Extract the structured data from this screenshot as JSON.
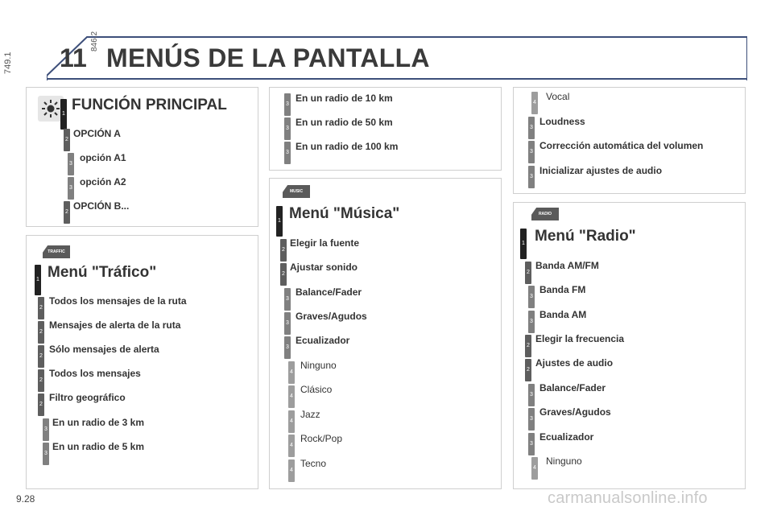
{
  "header": {
    "side_code": "749.1",
    "chapter": "11",
    "ref_code": "846.2",
    "title": "MENÚS DE LA PANTALLA"
  },
  "footer": {
    "page_number": "9.28",
    "watermark": "carmanualsonline.info"
  },
  "main_function": {
    "icon": "light-icon",
    "title": "FUNCIÓN PRINCIPAL",
    "title_level": "1",
    "items": [
      {
        "level": "2",
        "text": "OPCIÓN A",
        "bold": true
      },
      {
        "level": "3",
        "text": "opción A1",
        "bold": true
      },
      {
        "level": "3",
        "text": "opción A2",
        "bold": true
      },
      {
        "level": "2",
        "text": "OPCIÓN B...",
        "bold": true
      }
    ]
  },
  "traffic_menu": {
    "badge": "TRAFFIC",
    "title": "Menú \"Tráfico\"",
    "title_level": "1",
    "items": [
      {
        "level": "2",
        "text": "Todos los mensajes de la ruta",
        "bold": true
      },
      {
        "level": "2",
        "text": "Mensajes de alerta de la ruta",
        "bold": true
      },
      {
        "level": "2",
        "text": "Sólo mensajes de alerta",
        "bold": true
      },
      {
        "level": "2",
        "text": "Todos los mensajes",
        "bold": true
      },
      {
        "level": "2",
        "text": "Filtro geográfico",
        "bold": true
      },
      {
        "level": "3",
        "text": "En un radio de 3 km",
        "bold": true
      },
      {
        "level": "3",
        "text": "En un radio de 5 km",
        "bold": true
      }
    ]
  },
  "traffic_continued": {
    "items": [
      {
        "level": "3",
        "text": "En un radio de 10 km",
        "bold": true
      },
      {
        "level": "3",
        "text": "En un radio de 50 km",
        "bold": true
      },
      {
        "level": "3",
        "text": "En un radio de 100 km",
        "bold": true
      }
    ]
  },
  "music_menu": {
    "badge": "MUSIC",
    "title": "Menú \"Música\"",
    "title_level": "1",
    "items": [
      {
        "level": "2",
        "text": "Elegir la fuente",
        "bold": true
      },
      {
        "level": "2",
        "text": "Ajustar sonido",
        "bold": true
      },
      {
        "level": "3",
        "text": "Balance/Fader",
        "bold": true
      },
      {
        "level": "3",
        "text": "Graves/Agudos",
        "bold": true
      },
      {
        "level": "3",
        "text": "Ecualizador",
        "bold": true
      },
      {
        "level": "4",
        "text": "Ninguno",
        "bold": false
      },
      {
        "level": "4",
        "text": "Clásico",
        "bold": false
      },
      {
        "level": "4",
        "text": "Jazz",
        "bold": false
      },
      {
        "level": "4",
        "text": "Rock/Pop",
        "bold": false
      },
      {
        "level": "4",
        "text": "Tecno",
        "bold": false
      }
    ]
  },
  "music_continued": {
    "items": [
      {
        "level": "4",
        "text": "Vocal",
        "bold": false
      },
      {
        "level": "3",
        "text": "Loudness",
        "bold": true
      },
      {
        "level": "3",
        "text": "Corrección automática del volumen",
        "bold": true
      },
      {
        "level": "3",
        "text": "Inicializar ajustes de audio",
        "bold": true
      }
    ]
  },
  "radio_menu": {
    "badge": "RADIO",
    "title": "Menú \"Radio\"",
    "title_level": "1",
    "items": [
      {
        "level": "2",
        "text": "Banda AM/FM",
        "bold": true
      },
      {
        "level": "3",
        "text": "Banda FM",
        "bold": true
      },
      {
        "level": "3",
        "text": "Banda AM",
        "bold": true
      },
      {
        "level": "2",
        "text": "Elegir la frecuencia",
        "bold": true
      },
      {
        "level": "2",
        "text": "Ajustes de audio",
        "bold": true
      },
      {
        "level": "3",
        "text": "Balance/Fader",
        "bold": true
      },
      {
        "level": "3",
        "text": "Graves/Agudos",
        "bold": true
      },
      {
        "level": "3",
        "text": "Ecualizador",
        "bold": true
      },
      {
        "level": "4",
        "text": "Ninguno",
        "bold": false
      }
    ]
  }
}
